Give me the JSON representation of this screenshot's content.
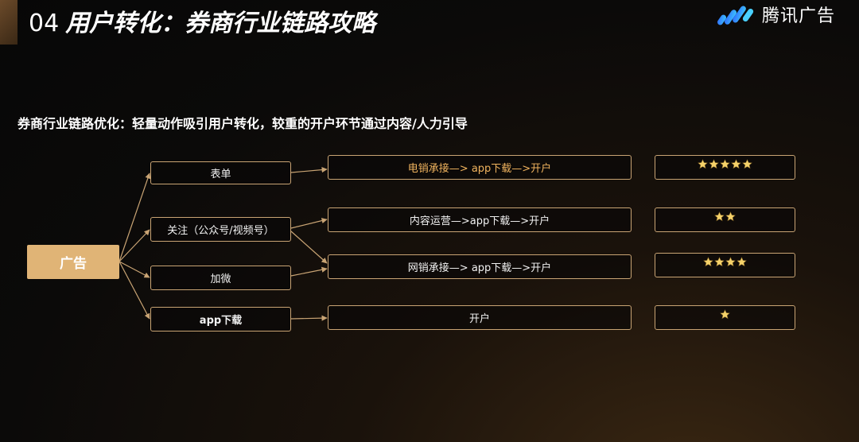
{
  "header": {
    "number": "04",
    "title": "用户转化：券商行业链路攻略",
    "brand": "腾讯广告"
  },
  "subtitle": "券商行业链路优化：轻量动作吸引用户转化，较重的开户环节通过内容/人力引导",
  "source_node": {
    "label": "广告"
  },
  "actions": [
    {
      "label": "表单"
    },
    {
      "label": "关注（公众号/视频号）"
    },
    {
      "label": "加微"
    },
    {
      "label": "app下载"
    }
  ],
  "flows": [
    {
      "label": "电销承接—> app下载—>开户"
    },
    {
      "label": "内容运营—>app下载—>开户"
    },
    {
      "label": "网销承接—> app下载—>开户"
    },
    {
      "label": "开户"
    }
  ],
  "ratings": [
    {
      "stars": 5
    },
    {
      "stars": 2
    },
    {
      "stars": 4
    },
    {
      "stars": 1
    }
  ],
  "colors": {
    "accent": "#e0b476",
    "border": "#c9a474",
    "highlight_text": "#f0b35e",
    "star": "#f5d26a"
  },
  "icons": {
    "brand_logo": "tencent-ads-logo-icon",
    "rating": "star-icon"
  }
}
